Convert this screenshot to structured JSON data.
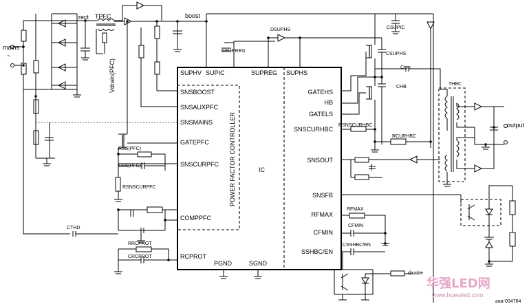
{
  "ic": {
    "center_label": "IC",
    "controller_label": "POWER FACTOR CONTROLLER",
    "top_pins": [
      "SUPHV",
      "SUPIC",
      "SUPREG",
      "SUPHS"
    ],
    "left_pins": [
      "SNSBOOST",
      "SNSAUXPFC",
      "SNSMAINS",
      "GATEPFC",
      "SNSCURPFC",
      "COMPPFC",
      "RCPROT"
    ],
    "right_pins": [
      "GATEHS",
      "HB",
      "GATELS",
      "SNSCURHBC",
      "SNSOUT",
      "SNSFB",
      "RFMAX",
      "CFMIN",
      "SSHBC/EN"
    ],
    "bottom_pins": [
      "PGND",
      "SGND"
    ]
  },
  "labels": {
    "mains": "mains",
    "mains_symbol": "~",
    "rect": "rect",
    "tpfc": "TPFC",
    "boost": "boost",
    "vdrain": "Vdrain(PFC)",
    "dsuphs": "DSUPHS",
    "csupic": "CSUPIC",
    "csupreg": "CSUPREG",
    "csuphs": "CSUPHS",
    "cres": "Cres",
    "chb": "CHB",
    "thbc": "THBC",
    "output": "output",
    "rsnscurhbc": "RSNSCURHBC",
    "rcurhbc": "RCURHBC",
    "rss_pfc": "RSS(PFC)",
    "css_pfc": "CSS(PFC)",
    "rsnscurpfc": "RSNSCURPFC",
    "cthd": "CTHD",
    "rcprot": "RRCPROT",
    "ccprot": "CRCPROT",
    "rfmax": "RFMAX",
    "cfmin": "CFMIN",
    "csshbc": "CSSHBC/EN",
    "disable": "disable",
    "doc_id": "aaa-004764"
  },
  "watermark": {
    "brand": "华强LED网",
    "url": "www.hqewled.com"
  }
}
